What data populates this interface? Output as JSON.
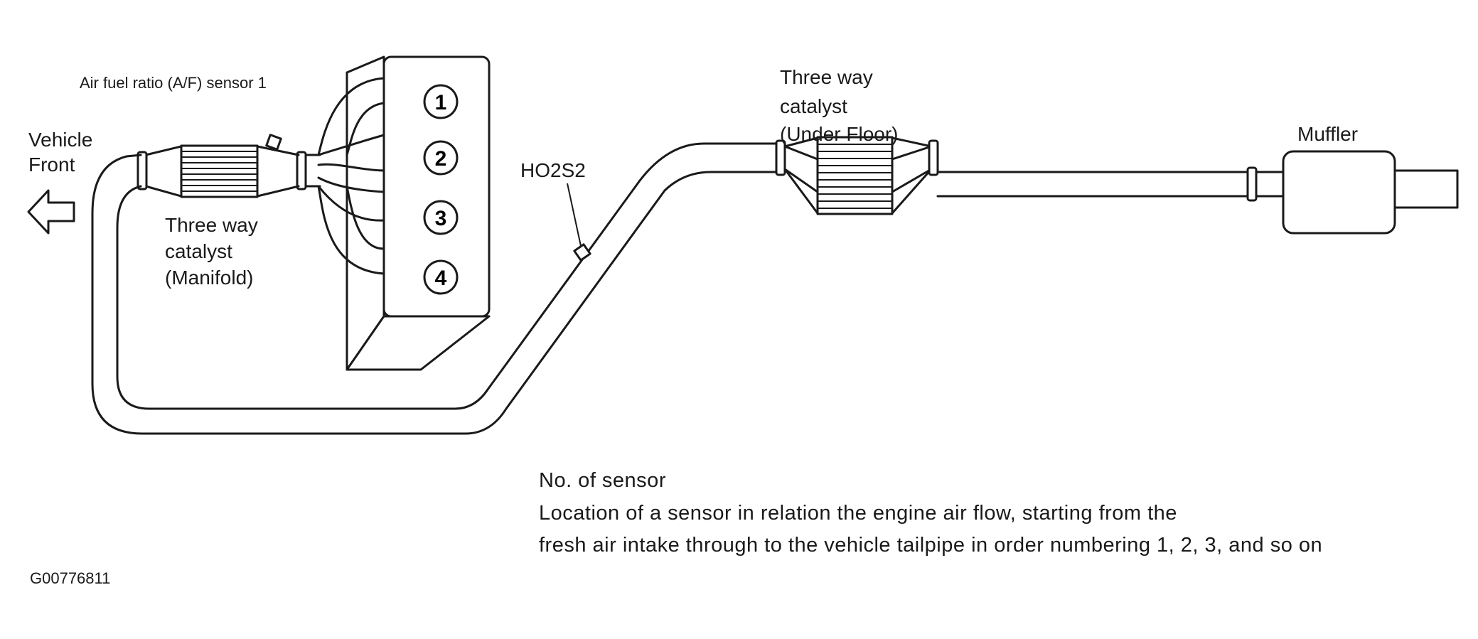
{
  "labels": {
    "af_sensor": "Air fuel ratio (A/F) sensor 1",
    "vehicle_front": [
      "Vehicle",
      "Front"
    ],
    "catalyst_manifold": [
      "Three way",
      "catalyst",
      "(Manifold)"
    ],
    "ho2s2": "HO2S2",
    "catalyst_underfloor": [
      "Three way",
      "catalyst",
      "(Under Floor)"
    ],
    "muffler": "Muffler",
    "note": [
      "No. of sensor",
      "Location of a sensor in relation the engine air flow, starting from the",
      "fresh air intake through to the vehicle tailpipe in order numbering 1, 2, 3, and so on"
    ],
    "figure_code": "G00776811"
  },
  "cylinders": [
    "1",
    "2",
    "3",
    "4"
  ]
}
